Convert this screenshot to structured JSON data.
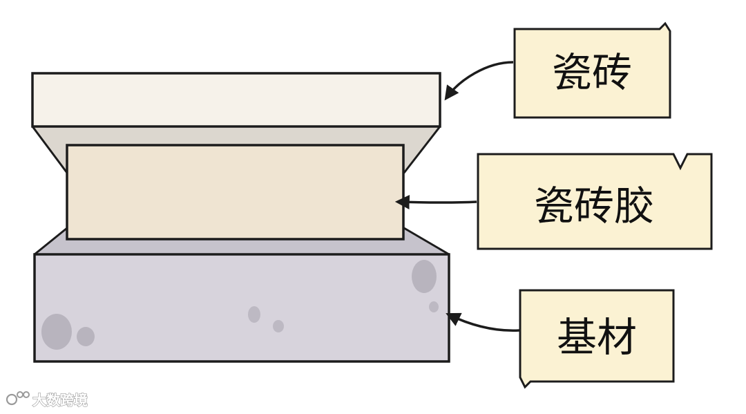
{
  "labels": {
    "tile": "瓷砖",
    "adhesive": "瓷砖胶",
    "substrate": "基材"
  },
  "watermark": {
    "text": "大数跨境"
  },
  "colors": {
    "tile_face": "#f6f2ea",
    "tile_side": "#dcd7cf",
    "adhesive_face": "#efe4d2",
    "substrate_face": "#d7d3dc",
    "substrate_top": "#c6c3cc",
    "spot": "#b5b1bb",
    "label_bg": "#fbf2d3",
    "outline": "#1c1c1c"
  }
}
